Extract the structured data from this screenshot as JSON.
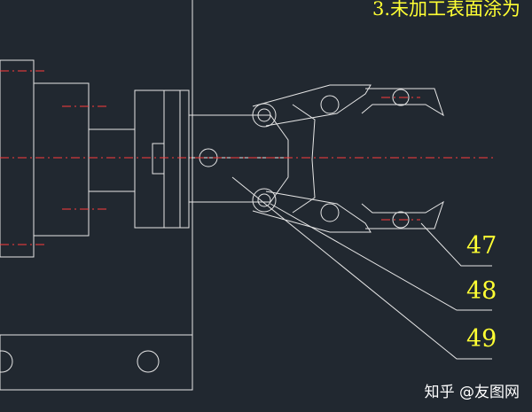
{
  "drawing": {
    "note_text": "3.未加工表面涂为",
    "labels": [
      {
        "id": "47",
        "text": "47"
      },
      {
        "id": "48",
        "text": "48"
      },
      {
        "id": "49",
        "text": "49"
      }
    ]
  },
  "watermark": {
    "text": "知乎 @友图网"
  },
  "colors": {
    "background": "#212830",
    "lines": "#e6e6e6",
    "centerline": "#ff3b3b",
    "text": "#ffff33"
  }
}
